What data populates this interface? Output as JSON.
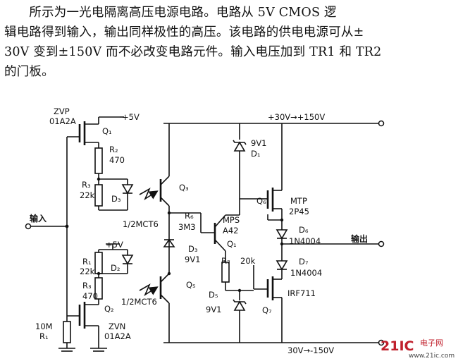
{
  "description_lines": [
    "　　所示为一光电隔离高压电源电路。电路从 5V CMOS 逻",
    "辑电路得到输入，输出同样极性的高压。该电路的供电电源可从±",
    "30V 变到±150V 而不必改变电路元件。输入电压加到 TR1 和 TR2",
    "的门板。"
  ],
  "labels": {
    "zvp": "ZVP",
    "zvp_part": "01A2A",
    "q1_top": "Q₁",
    "plus5v_top": "+5V",
    "r2": "R₂",
    "r2_val": "470",
    "r3": "R₃",
    "r3_val": "22k",
    "d3_top": "D₃",
    "input": "输入",
    "rail_pos": "+30V→+150V",
    "d1_val": "9V1",
    "d1": "D₁",
    "q3": "Q₃",
    "q6": "Q₆",
    "mtp": "MTP",
    "mtp_part": "2P45",
    "r6": "R₆",
    "r6_val": "3M3",
    "mps": "MPS",
    "mps_part": "A42",
    "opto_top": "1/2MCT6",
    "d3_mid": "D₃",
    "d3_mid_val": "9V1",
    "q_mid": "Q₁",
    "r7": "R₇",
    "r7_val": "20k",
    "d6": "D₆",
    "d6_part": "1N4004",
    "output": "输出",
    "d7": "D₇",
    "d7_part": "1N4004",
    "plus5v_bot": "+5V",
    "r1": "R₁",
    "r1_val": "22k",
    "d2": "D₂",
    "r3b": "R₃",
    "r3b_val": "470",
    "opto_bot": "1/2MCT6",
    "q5": "Q₅",
    "d5": "D₅",
    "d5_val": "9V1",
    "irf": "IRF711",
    "q7": "Q₇",
    "q2": "Q₂",
    "zvn": "ZVN",
    "zvn_part": "01A2A",
    "r1_bot_val": "10M",
    "r1_bot": "R₁",
    "rail_neg": "30V→-150V"
  },
  "watermark": {
    "brand": "21IC",
    "site": "电子网",
    "url": "www.21ic.com"
  }
}
